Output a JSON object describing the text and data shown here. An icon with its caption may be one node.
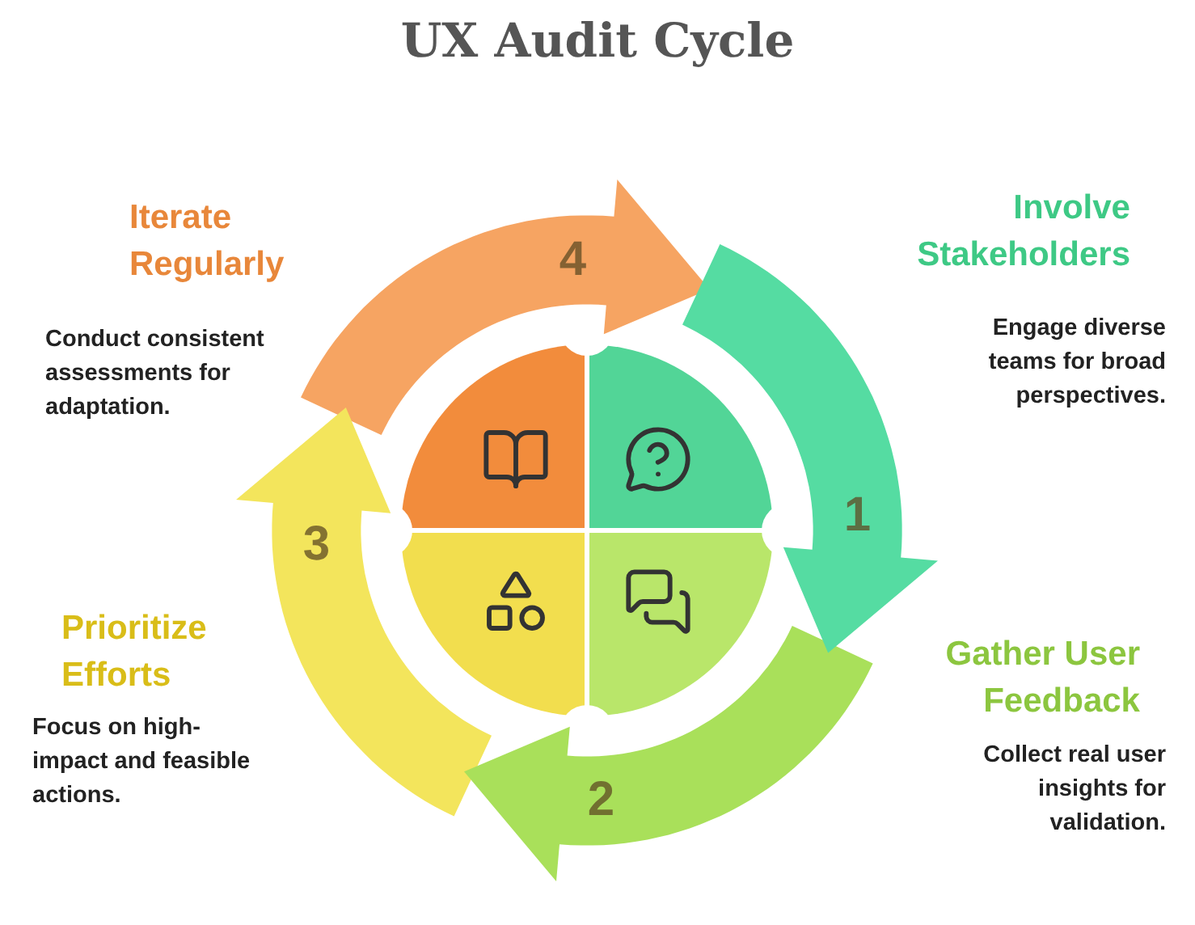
{
  "diagram": {
    "title": "UX Audit Cycle",
    "nodes": [
      {
        "text": [
          "1"
        ]
      },
      {
        "text": [
          "2"
        ]
      },
      {
        "text": [
          "3"
        ]
      },
      {
        "text": [
          "4"
        ]
      }
    ],
    "labels": [
      "Iterate Regularly",
      "Involve Stakeholders",
      "Conduct consistent assessments for adaptation.",
      "Engage diverse teams for broad perspectives.",
      "Prioritize Efforts",
      "Gather User Feedback",
      "Focus on high-impact and feasible actions.",
      "Collect real user insights for validation."
    ]
  }
}
